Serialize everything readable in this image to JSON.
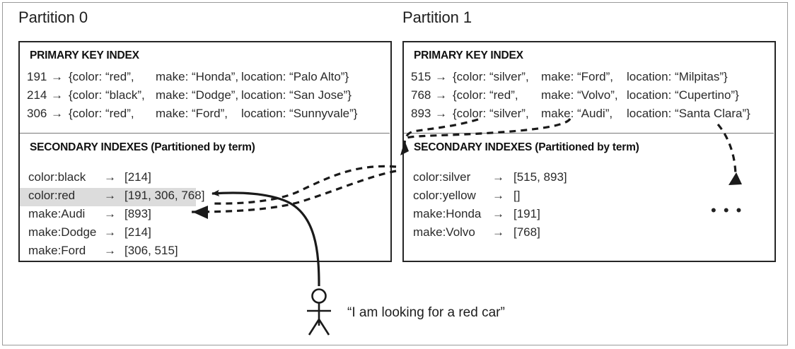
{
  "diagram": {
    "title_left": "Partition 0",
    "title_right": "Partition 1",
    "primary_heading": "PRIMARY KEY INDEX",
    "secondary_heading": "SECONDARY INDEXES (Partitioned by term)",
    "arrow_glyph": "→",
    "ellipsis": "• • •",
    "user_quote": "“I am looking for a red car”",
    "highlight_color": "#dcdcdc",
    "border_color": "#262626",
    "frame_color": "#9a9a9a"
  },
  "partition0": {
    "title": "Partition 0",
    "primary_index": {
      "heading": "PRIMARY KEY INDEX",
      "rows": [
        {
          "key": "191",
          "arrow": "→",
          "color": "{color: “red”,",
          "make": "make: “Honda”,",
          "location": "location: “Palo Alto”}"
        },
        {
          "key": "214",
          "arrow": "→",
          "color": "{color: “black”,",
          "make": "make: “Dodge”,",
          "location": "location: “San Jose”}"
        },
        {
          "key": "306",
          "arrow": "→",
          "color": "{color: “red”,",
          "make": "make: “Ford”,",
          "location": "location: “Sunnyvale”}"
        }
      ]
    },
    "secondary_index": {
      "heading": "SECONDARY INDEXES (Partitioned by term)",
      "rows": [
        {
          "term": "color:black",
          "arrow": "→",
          "values": "[214]",
          "highlighted": false
        },
        {
          "term": "color:red",
          "arrow": "→",
          "values": "[191, 306, 768]",
          "highlighted": true
        },
        {
          "term": "make:Audi",
          "arrow": "→",
          "values": "[893]",
          "highlighted": false
        },
        {
          "term": "make:Dodge",
          "arrow": "→",
          "values": "[214]",
          "highlighted": false
        },
        {
          "term": "make:Ford",
          "arrow": "→",
          "values": "[306, 515]",
          "highlighted": false
        }
      ]
    }
  },
  "partition1": {
    "title": "Partition 1",
    "primary_index": {
      "heading": "PRIMARY KEY INDEX",
      "rows": [
        {
          "key": "515",
          "arrow": "→",
          "color": "{color: “silver”,",
          "make": "make: “Ford”,",
          "location": "location: “Milpitas”}"
        },
        {
          "key": "768",
          "arrow": "→",
          "color": "{color: “red”,",
          "make": "make: “Volvo”,",
          "location": "location: “Cupertino”}"
        },
        {
          "key": "893",
          "arrow": "→",
          "color": "{color: “silver”,",
          "make": "make: “Audi”,",
          "location": "location: “Santa Clara”}"
        }
      ]
    },
    "secondary_index": {
      "heading": "SECONDARY INDEXES (Partitioned by term)",
      "rows": [
        {
          "term": "color:silver",
          "arrow": "→",
          "values": "[515, 893]",
          "highlighted": false
        },
        {
          "term": "color:yellow",
          "arrow": "→",
          "values": "[]",
          "highlighted": false
        },
        {
          "term": "make:Honda",
          "arrow": "→",
          "values": "[191]",
          "highlighted": false
        },
        {
          "term": "make:Volvo",
          "arrow": "→",
          "values": "[768]",
          "highlighted": false
        }
      ],
      "overflow_marker": "• • •"
    }
  },
  "user": {
    "quote": "“I am looking for a red car”",
    "figure_name": "stick-figure"
  }
}
